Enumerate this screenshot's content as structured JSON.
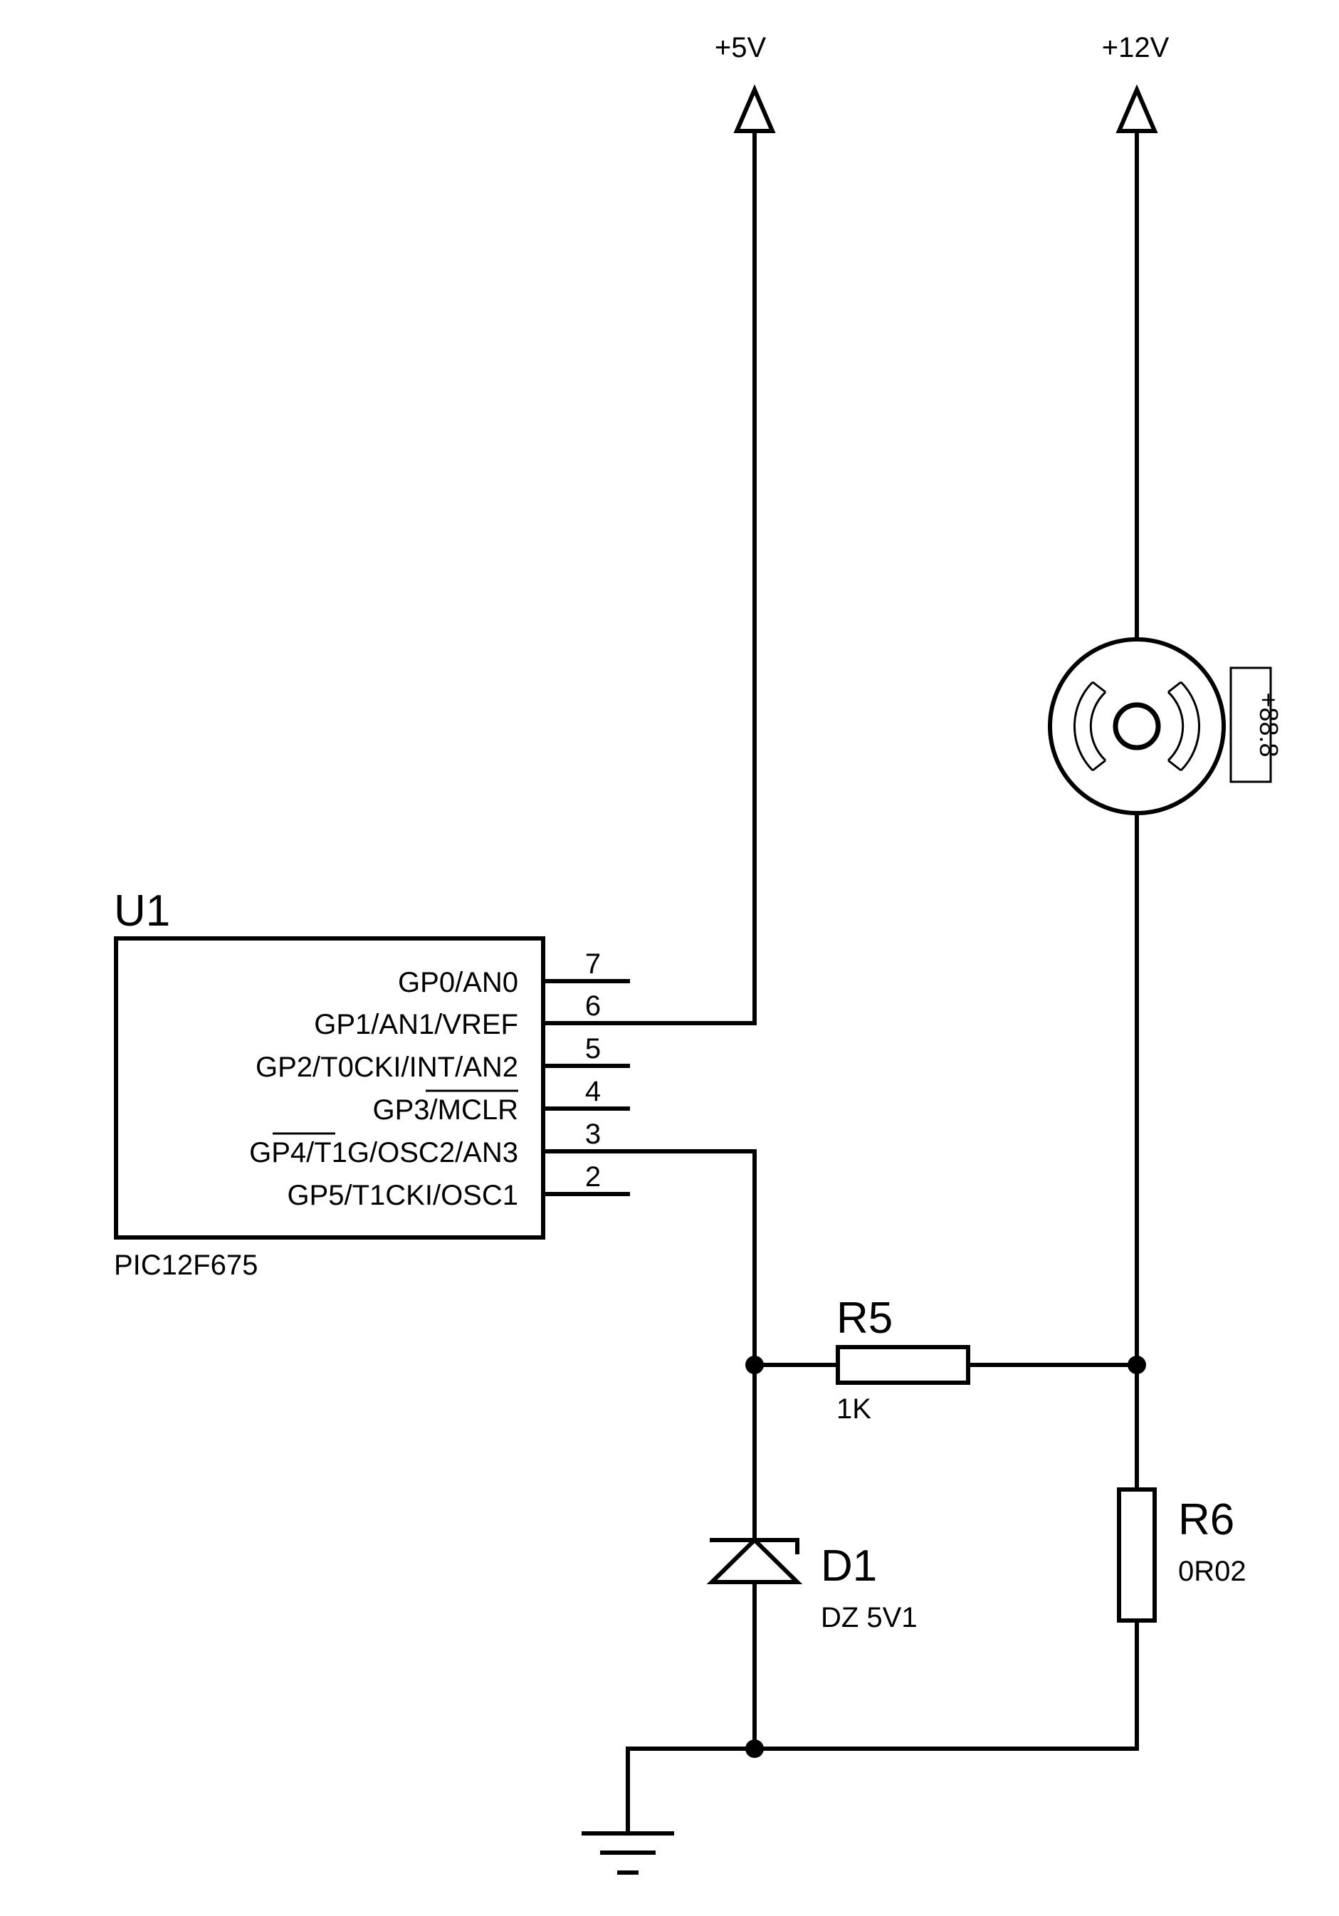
{
  "supplies": {
    "v5": "+5V",
    "v12": "+12V"
  },
  "u1": {
    "ref": "U1",
    "part": "PIC12F675",
    "pins": [
      {
        "num": "7",
        "label": "GP0/AN0"
      },
      {
        "num": "6",
        "label": "GP1/AN1/VREF"
      },
      {
        "num": "5",
        "label": "GP2/T0CKI/INT/AN2"
      },
      {
        "num": "4",
        "label": "GP3/MCLR"
      },
      {
        "num": "3",
        "label": "GP4/T1G/OSC2/AN3"
      },
      {
        "num": "2",
        "label": "GP5/T1CKI/OSC1"
      }
    ]
  },
  "r5": {
    "ref": "R5",
    "value": "1K"
  },
  "r6": {
    "ref": "R6",
    "value": "0R02"
  },
  "d1": {
    "ref": "D1",
    "value": "DZ 5V1"
  },
  "meter": {
    "display": "+88.8"
  }
}
